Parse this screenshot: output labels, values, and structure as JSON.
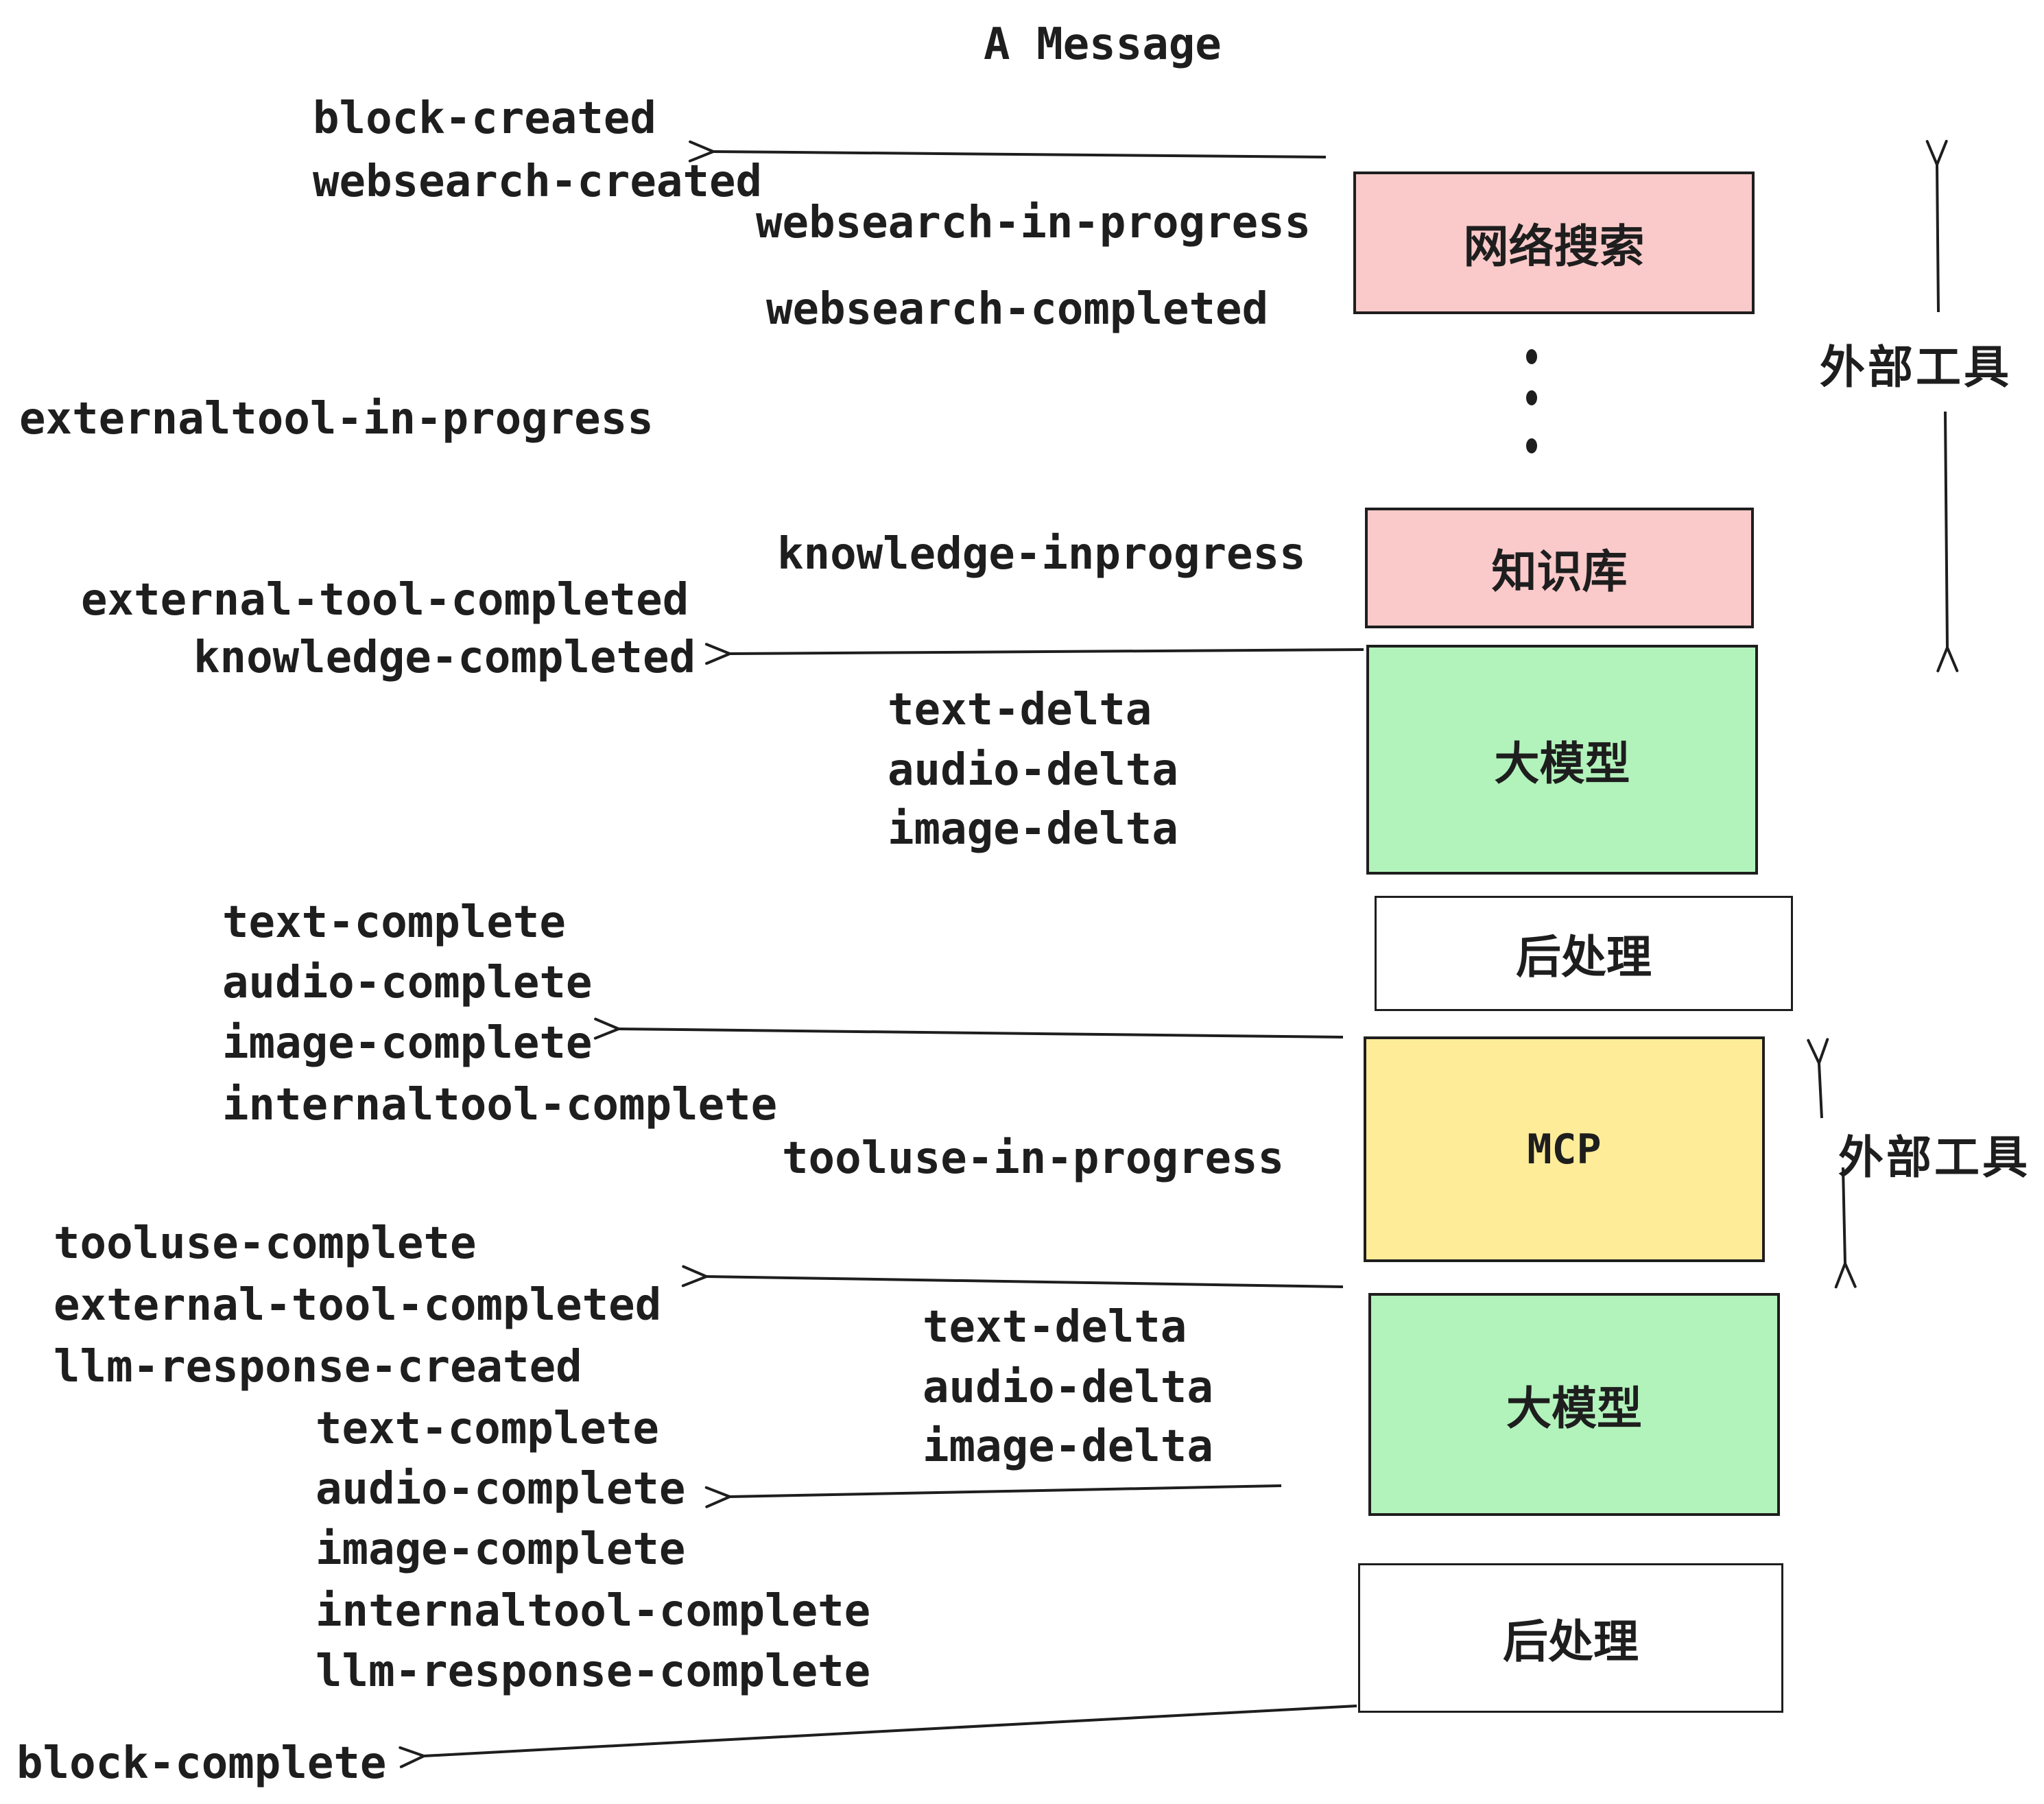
{
  "title": "A Message",
  "colors": {
    "pink": "#fac9c9",
    "green": "#b2f2bb",
    "yellow": "#ffec99",
    "white": "#ffffff",
    "stroke": "#1e1e1e"
  },
  "boxes": [
    {
      "id": "websearch",
      "label": "网络搜索",
      "color": "pink"
    },
    {
      "id": "knowledge",
      "label": "知识库",
      "color": "pink"
    },
    {
      "id": "llm-1",
      "label": "大模型",
      "color": "green"
    },
    {
      "id": "postprocess-1",
      "label": "后处理",
      "color": "white"
    },
    {
      "id": "mcp",
      "label": "MCP",
      "color": "yellow"
    },
    {
      "id": "llm-2",
      "label": "大模型",
      "color": "green"
    },
    {
      "id": "postprocess-2",
      "label": "后处理",
      "color": "white"
    }
  ],
  "side_labels": [
    {
      "text": "外部工具"
    },
    {
      "text": "外部工具"
    }
  ],
  "events": [
    {
      "text": "block-created"
    },
    {
      "text": "websearch-created"
    },
    {
      "text": "websearch-in-progress"
    },
    {
      "text": "websearch-completed"
    },
    {
      "text": "externaltool-in-progress"
    },
    {
      "text": "external-tool-completed"
    },
    {
      "text": "knowledge-completed"
    },
    {
      "text": "knowledge-inprogress"
    },
    {
      "text": "text-delta"
    },
    {
      "text": "audio-delta"
    },
    {
      "text": "image-delta"
    },
    {
      "text": "text-complete"
    },
    {
      "text": "audio-complete"
    },
    {
      "text": "image-complete"
    },
    {
      "text": "internaltool-complete"
    },
    {
      "text": "tooluse-in-progress"
    },
    {
      "text": "tooluse-complete"
    },
    {
      "text": "external-tool-completed"
    },
    {
      "text": "llm-response-created"
    },
    {
      "text": "text-complete"
    },
    {
      "text": "audio-complete"
    },
    {
      "text": "text-delta"
    },
    {
      "text": "audio-delta"
    },
    {
      "text": "image-delta"
    },
    {
      "text": "image-complete"
    },
    {
      "text": "internaltool-complete"
    },
    {
      "text": "llm-response-complete"
    },
    {
      "text": "block-complete"
    }
  ]
}
